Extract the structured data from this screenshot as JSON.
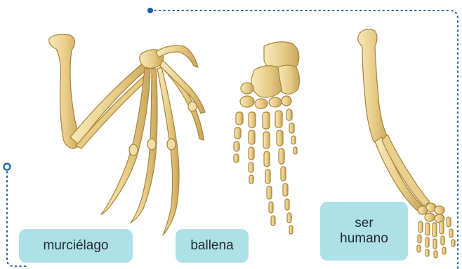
{
  "labels": {
    "bat": "murciélago",
    "whale": "ballena",
    "human_line1": "ser",
    "human_line2": "humano"
  },
  "colors": {
    "bone_fill": "#ead18c",
    "bone_stroke": "#b08a3c",
    "bone_highlight": "#f6e7b6",
    "label_bg": "#aee0e8",
    "dotted_line": "#1c5f9e"
  },
  "icons": {
    "start_marker": "filled-dot",
    "end_marker": "hollow-circle"
  }
}
